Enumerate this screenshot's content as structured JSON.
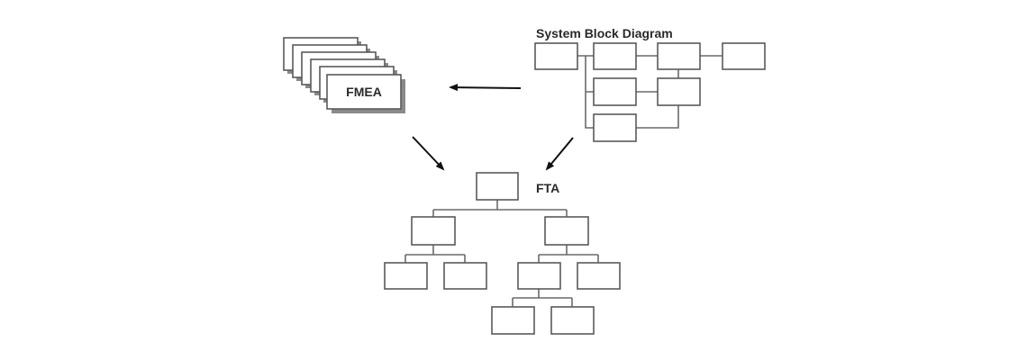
{
  "labels": {
    "system_block_diagram": "System Block Diagram",
    "fmea": "FMEA",
    "fta": "FTA"
  },
  "colors": {
    "background": "#ffffff",
    "box_stroke": "#5a5a5a",
    "connector": "#6a6a6a",
    "arrow": "#111111",
    "text": "#2a2a2a",
    "card_shadow": "#8a8a8a"
  }
}
